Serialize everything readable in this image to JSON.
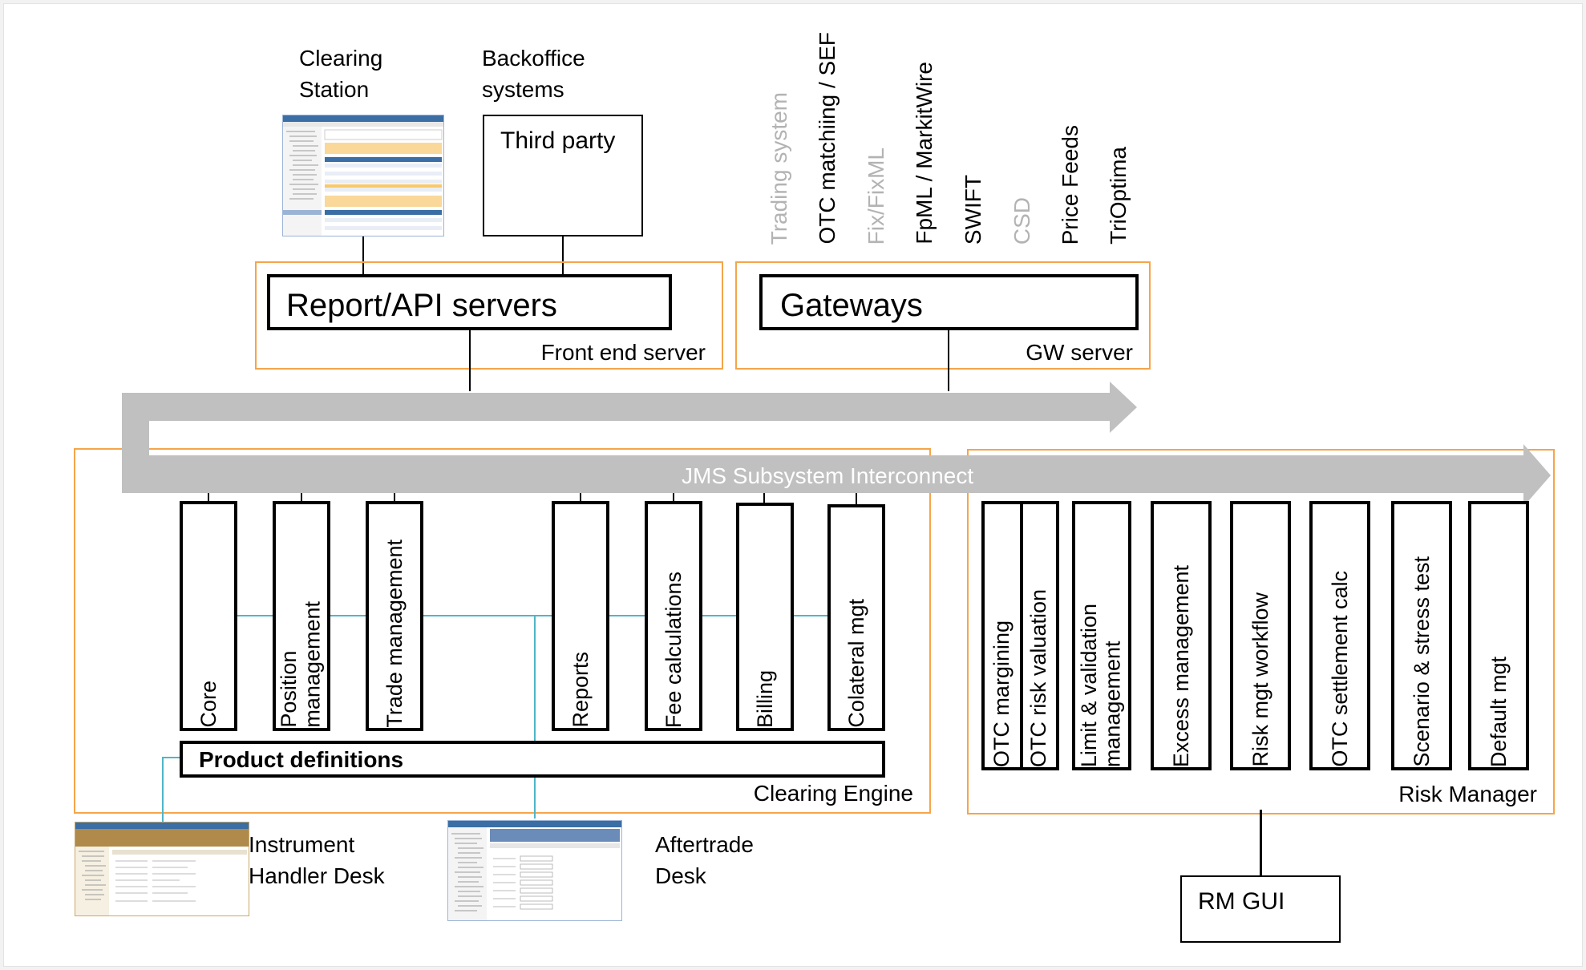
{
  "front_end": {
    "clearing_station": "Clearing\nStation",
    "backoffice": "Backoffice\nsystems",
    "third_party": "Third party",
    "report_api": "Report/API servers",
    "server_label": "Front end server"
  },
  "gateway": {
    "title": "Gateways",
    "server_label": "GW server",
    "feeds": [
      {
        "label": "Trading system",
        "color": "#b3b3b3"
      },
      {
        "label": "OTC matchiing / SEF",
        "color": "#000000"
      },
      {
        "label": "Fix/FixML",
        "color": "#b3b3b3"
      },
      {
        "label": "FpML / MarkitWire",
        "color": "#000000"
      },
      {
        "label": "SWIFT",
        "color": "#000000"
      },
      {
        "label": "CSD",
        "color": "#b3b3b3"
      },
      {
        "label": "Price Feeds",
        "color": "#000000"
      },
      {
        "label": "TriOptima",
        "color": "#000000"
      }
    ]
  },
  "interconnect": {
    "label": "JMS Subsystem Interconnect",
    "color": "#c0c0c0"
  },
  "clearing_engine": {
    "label": "Clearing Engine",
    "modules": [
      "Core",
      "Position\nmanagement",
      "Trade management",
      "Reports",
      "Fee calculations",
      "Billing",
      "Colateral mgt"
    ],
    "product_definitions": "Product definitions"
  },
  "risk_manager": {
    "label": "Risk Manager",
    "modules": [
      "OTC margining",
      "OTC risk valuation",
      "Limit & validation\nmanagement",
      "Excess management",
      "Risk mgt workflow",
      "OTC settlement calc",
      "Scenario & stress test",
      "Default mgt"
    ]
  },
  "desks": {
    "instrument": "Instrument\nHandler Desk",
    "aftertrade": "Aftertrade\nDesk",
    "rm_gui": "RM GUI"
  },
  "colors": {
    "orange": "#f5a54a",
    "cyan": "#4fb6c9"
  }
}
